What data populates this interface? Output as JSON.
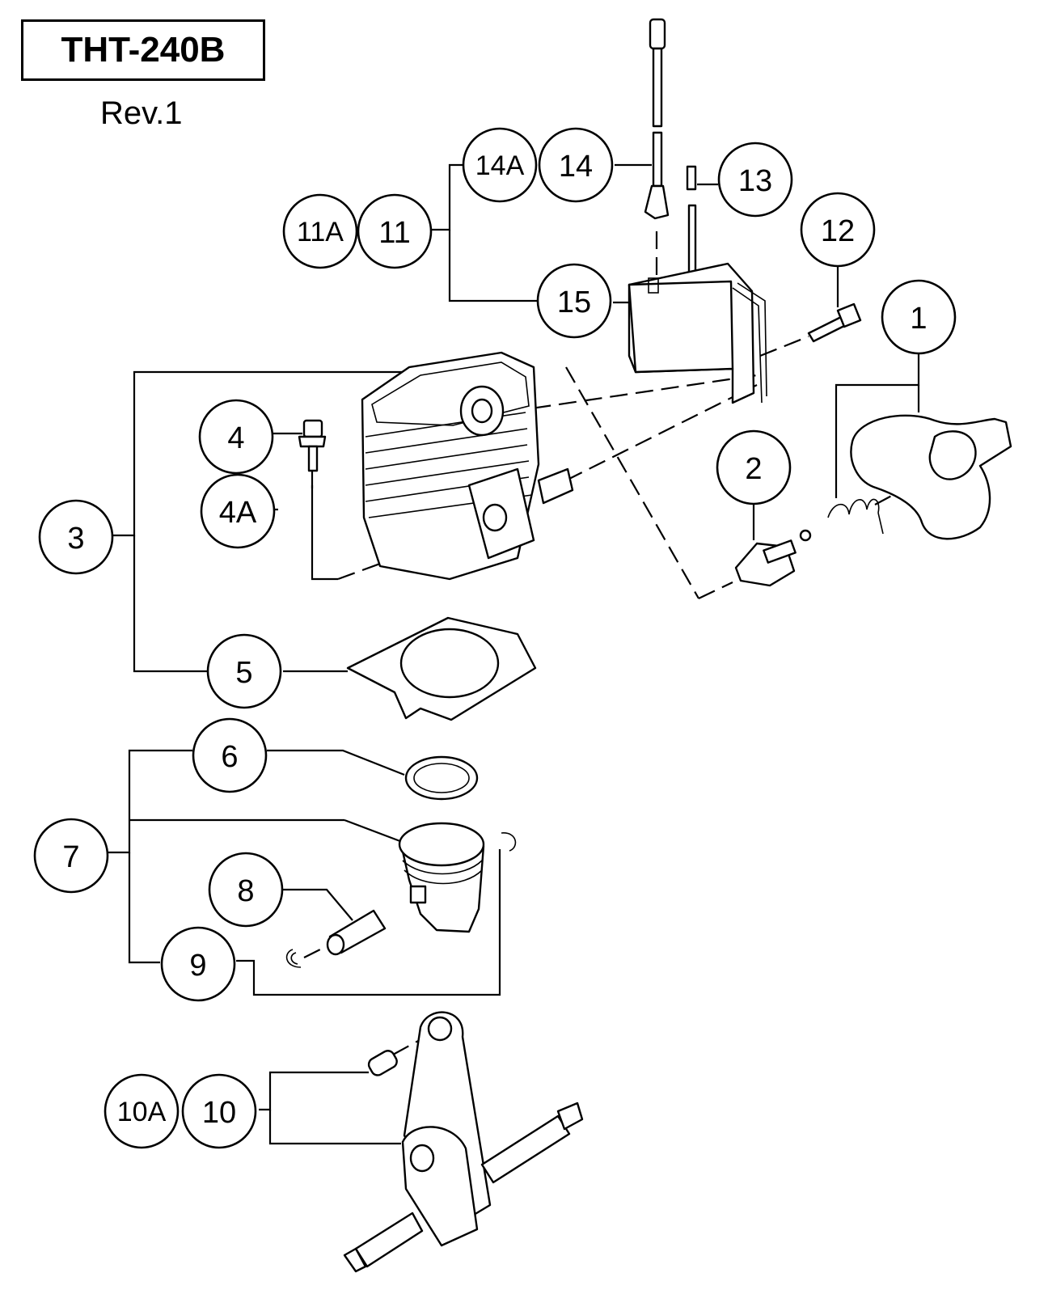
{
  "header": {
    "model": "THT-240B",
    "revision": "Rev.1"
  },
  "callouts": {
    "p1": "1",
    "p2": "2",
    "p3": "3",
    "p4": "4",
    "p4a": "4A",
    "p5": "5",
    "p6": "6",
    "p7": "7",
    "p8": "8",
    "p9": "9",
    "p10": "10",
    "p10a": "10A",
    "p11": "11",
    "p11a": "11A",
    "p12": "12",
    "p13": "13",
    "p14": "14",
    "p14a": "14A",
    "p15": "15"
  }
}
